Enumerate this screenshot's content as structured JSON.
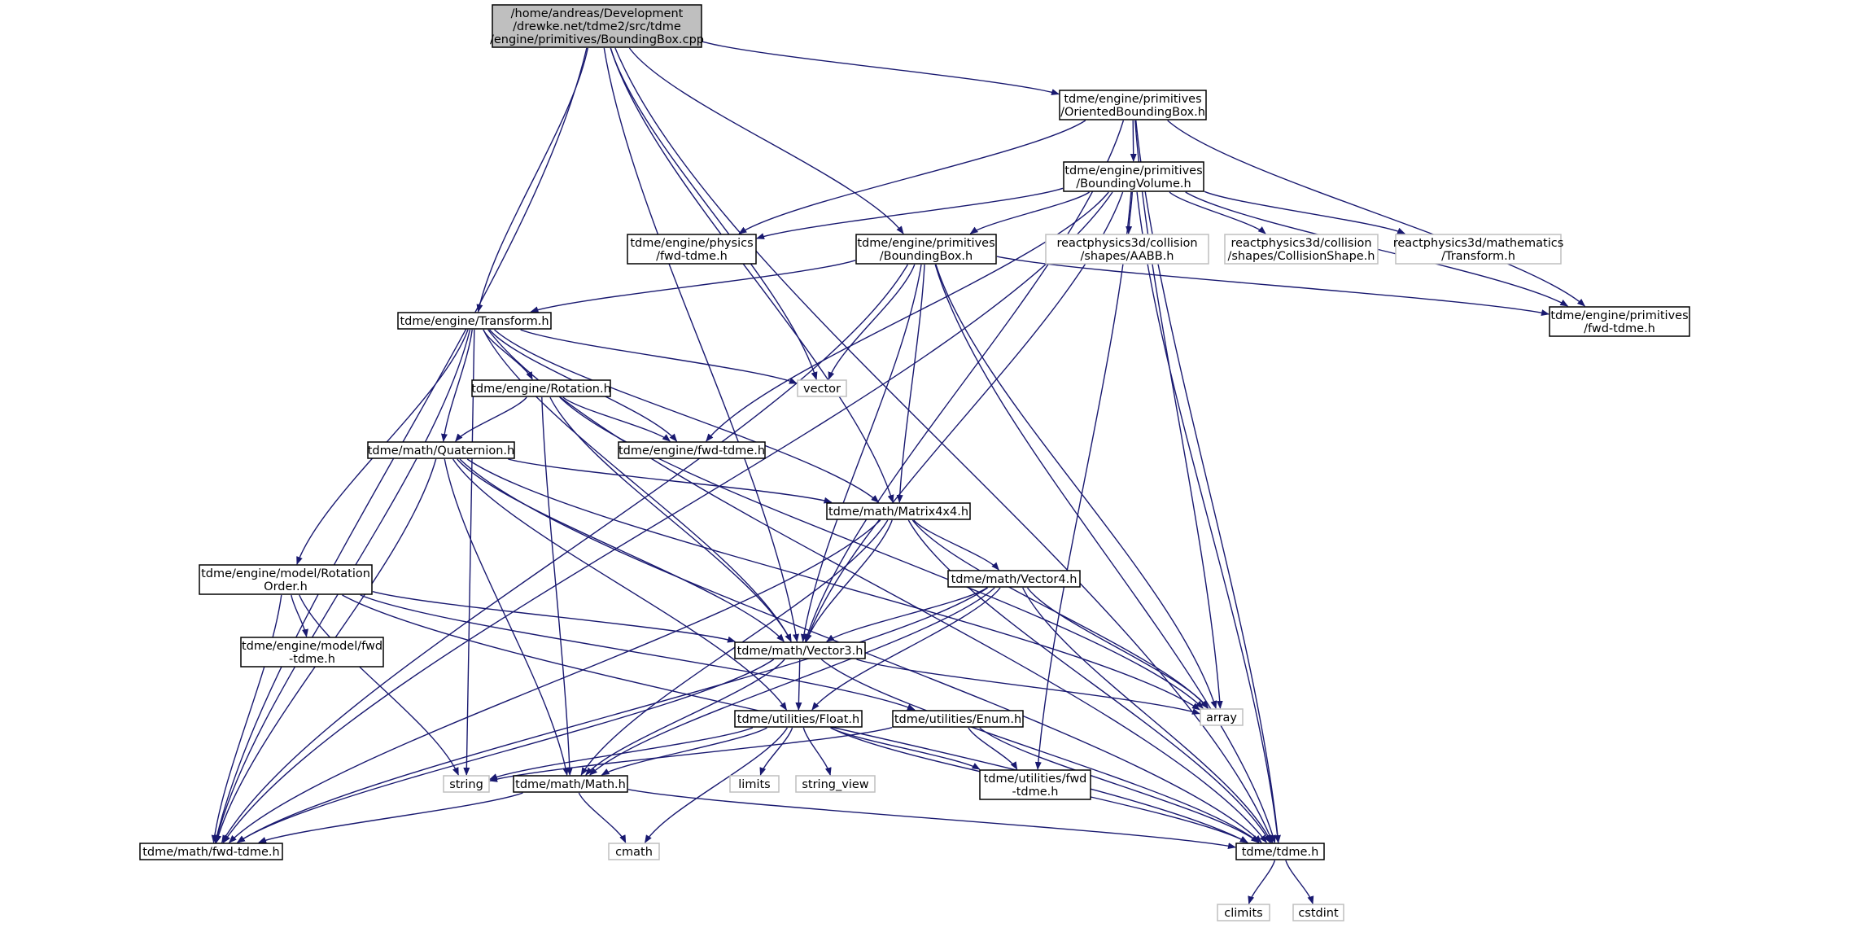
{
  "diagram": {
    "colors": {
      "edge": "#191970",
      "node_border": "#000000",
      "node_border_external": "#bfbfbf",
      "root_fill": "#bfbfbf",
      "node_fill": "#ffffff",
      "external_text": "#404040"
    },
    "nodes": [
      {
        "id": "root",
        "kind": "root",
        "lines": [
          "/home/andreas/Development",
          "/drewke.net/tdme2/src/tdme",
          "/engine/primitives/BoundingBox.cpp"
        ]
      },
      {
        "id": "obb",
        "kind": "normal",
        "lines": [
          "tdme/engine/primitives",
          "/OrientedBoundingBox.h"
        ]
      },
      {
        "id": "bv",
        "kind": "normal",
        "lines": [
          "tdme/engine/primitives",
          "/BoundingVolume.h"
        ]
      },
      {
        "id": "phys",
        "kind": "normal",
        "lines": [
          "tdme/engine/physics",
          "/fwd-tdme.h"
        ]
      },
      {
        "id": "bbh",
        "kind": "normal",
        "lines": [
          "tdme/engine/primitives",
          "/BoundingBox.h"
        ]
      },
      {
        "id": "aabb",
        "kind": "external",
        "lines": [
          "reactphysics3d/collision",
          "/shapes/AABB.h"
        ]
      },
      {
        "id": "cshape",
        "kind": "external",
        "lines": [
          "reactphysics3d/collision",
          "/shapes/CollisionShape.h"
        ]
      },
      {
        "id": "rtrans",
        "kind": "external",
        "lines": [
          "reactphysics3d/mathematics",
          "/Transform.h"
        ]
      },
      {
        "id": "primfwd",
        "kind": "normal",
        "lines": [
          "tdme/engine/primitives",
          "/fwd-tdme.h"
        ]
      },
      {
        "id": "trans",
        "kind": "normal",
        "lines": [
          "tdme/engine/Transform.h"
        ]
      },
      {
        "id": "vector",
        "kind": "external",
        "lines": [
          "vector"
        ]
      },
      {
        "id": "rot",
        "kind": "normal",
        "lines": [
          "tdme/engine/Rotation.h"
        ]
      },
      {
        "id": "engfwd",
        "kind": "normal",
        "lines": [
          "tdme/engine/fwd-tdme.h"
        ]
      },
      {
        "id": "quat",
        "kind": "normal",
        "lines": [
          "tdme/math/Quaternion.h"
        ]
      },
      {
        "id": "mat",
        "kind": "normal",
        "lines": [
          "tdme/math/Matrix4x4.h"
        ]
      },
      {
        "id": "rorder",
        "kind": "normal",
        "lines": [
          "tdme/engine/model/Rotation",
          "Order.h"
        ]
      },
      {
        "id": "v4",
        "kind": "normal",
        "lines": [
          "tdme/math/Vector4.h"
        ]
      },
      {
        "id": "modfwd",
        "kind": "normal",
        "lines": [
          "tdme/engine/model/fwd",
          "-tdme.h"
        ]
      },
      {
        "id": "v3",
        "kind": "normal",
        "lines": [
          "tdme/math/Vector3.h"
        ]
      },
      {
        "id": "array",
        "kind": "external",
        "lines": [
          "array"
        ]
      },
      {
        "id": "float",
        "kind": "normal",
        "lines": [
          "tdme/utilities/Float.h"
        ]
      },
      {
        "id": "enum",
        "kind": "normal",
        "lines": [
          "tdme/utilities/Enum.h"
        ]
      },
      {
        "id": "string",
        "kind": "external",
        "lines": [
          "string"
        ]
      },
      {
        "id": "math",
        "kind": "normal",
        "lines": [
          "tdme/math/Math.h"
        ]
      },
      {
        "id": "limits",
        "kind": "external",
        "lines": [
          "limits"
        ]
      },
      {
        "id": "strview",
        "kind": "external",
        "lines": [
          "string_view"
        ]
      },
      {
        "id": "utilfwd",
        "kind": "normal",
        "lines": [
          "tdme/utilities/fwd",
          "-tdme.h"
        ]
      },
      {
        "id": "mathfwd",
        "kind": "normal",
        "lines": [
          "tdme/math/fwd-tdme.h"
        ]
      },
      {
        "id": "cmath",
        "kind": "external",
        "lines": [
          "cmath"
        ]
      },
      {
        "id": "tdme",
        "kind": "normal",
        "lines": [
          "tdme/tdme.h"
        ]
      },
      {
        "id": "climits",
        "kind": "external",
        "lines": [
          "climits"
        ]
      },
      {
        "id": "cstdint",
        "kind": "external",
        "lines": [
          "cstdint"
        ]
      }
    ],
    "edges": [
      [
        "root",
        "obb"
      ],
      [
        "root",
        "bbh"
      ],
      [
        "root",
        "trans"
      ],
      [
        "root",
        "vector"
      ],
      [
        "root",
        "mat"
      ],
      [
        "root",
        "v3"
      ],
      [
        "root",
        "mathfwd"
      ],
      [
        "root",
        "tdme"
      ],
      [
        "obb",
        "bv"
      ],
      [
        "obb",
        "phys"
      ],
      [
        "obb",
        "primfwd"
      ],
      [
        "obb",
        "v3"
      ],
      [
        "obb",
        "array"
      ],
      [
        "obb",
        "tdme"
      ],
      [
        "bv",
        "phys"
      ],
      [
        "bv",
        "bbh"
      ],
      [
        "bv",
        "aabb"
      ],
      [
        "bv",
        "cshape"
      ],
      [
        "bv",
        "rtrans"
      ],
      [
        "bv",
        "primfwd"
      ],
      [
        "bv",
        "engfwd"
      ],
      [
        "bv",
        "v3"
      ],
      [
        "bv",
        "utilfwd"
      ],
      [
        "bv",
        "tdme"
      ],
      [
        "bv",
        "mathfwd"
      ],
      [
        "bbh",
        "trans"
      ],
      [
        "bbh",
        "vector"
      ],
      [
        "bbh",
        "mat"
      ],
      [
        "bbh",
        "v3"
      ],
      [
        "bbh",
        "array"
      ],
      [
        "bbh",
        "primfwd"
      ],
      [
        "bbh",
        "tdme"
      ],
      [
        "bbh",
        "mathfwd"
      ],
      [
        "trans",
        "rot"
      ],
      [
        "trans",
        "quat"
      ],
      [
        "trans",
        "engfwd"
      ],
      [
        "trans",
        "mat"
      ],
      [
        "trans",
        "v3"
      ],
      [
        "trans",
        "vector"
      ],
      [
        "trans",
        "rorder"
      ],
      [
        "trans",
        "string"
      ],
      [
        "trans",
        "mathfwd"
      ],
      [
        "trans",
        "tdme"
      ],
      [
        "rot",
        "quat"
      ],
      [
        "rot",
        "engfwd"
      ],
      [
        "rot",
        "v3"
      ],
      [
        "rot",
        "math"
      ],
      [
        "rot",
        "array"
      ],
      [
        "quat",
        "mat"
      ],
      [
        "quat",
        "v3"
      ],
      [
        "quat",
        "math"
      ],
      [
        "quat",
        "float"
      ],
      [
        "quat",
        "mathfwd"
      ],
      [
        "quat",
        "tdme"
      ],
      [
        "quat",
        "array"
      ],
      [
        "mat",
        "v4"
      ],
      [
        "mat",
        "v3"
      ],
      [
        "mat",
        "math"
      ],
      [
        "mat",
        "array"
      ],
      [
        "mat",
        "mathfwd"
      ],
      [
        "mat",
        "tdme"
      ],
      [
        "rorder",
        "modfwd"
      ],
      [
        "rorder",
        "v3"
      ],
      [
        "rorder",
        "enum"
      ],
      [
        "rorder",
        "string"
      ],
      [
        "rorder",
        "mathfwd"
      ],
      [
        "rorder",
        "tdme"
      ],
      [
        "v4",
        "v3"
      ],
      [
        "v4",
        "math"
      ],
      [
        "v4",
        "float"
      ],
      [
        "v4",
        "array"
      ],
      [
        "v4",
        "mathfwd"
      ],
      [
        "v4",
        "tdme"
      ],
      [
        "v3",
        "float"
      ],
      [
        "v3",
        "math"
      ],
      [
        "v3",
        "array"
      ],
      [
        "v3",
        "mathfwd"
      ],
      [
        "v3",
        "tdme"
      ],
      [
        "float",
        "math"
      ],
      [
        "float",
        "string"
      ],
      [
        "float",
        "limits"
      ],
      [
        "float",
        "strview"
      ],
      [
        "float",
        "cmath"
      ],
      [
        "float",
        "utilfwd"
      ],
      [
        "float",
        "tdme"
      ],
      [
        "enum",
        "string"
      ],
      [
        "enum",
        "utilfwd"
      ],
      [
        "enum",
        "tdme"
      ],
      [
        "math",
        "cmath"
      ],
      [
        "math",
        "mathfwd"
      ],
      [
        "math",
        "tdme"
      ],
      [
        "tdme",
        "climits"
      ],
      [
        "tdme",
        "cstdint"
      ]
    ]
  }
}
